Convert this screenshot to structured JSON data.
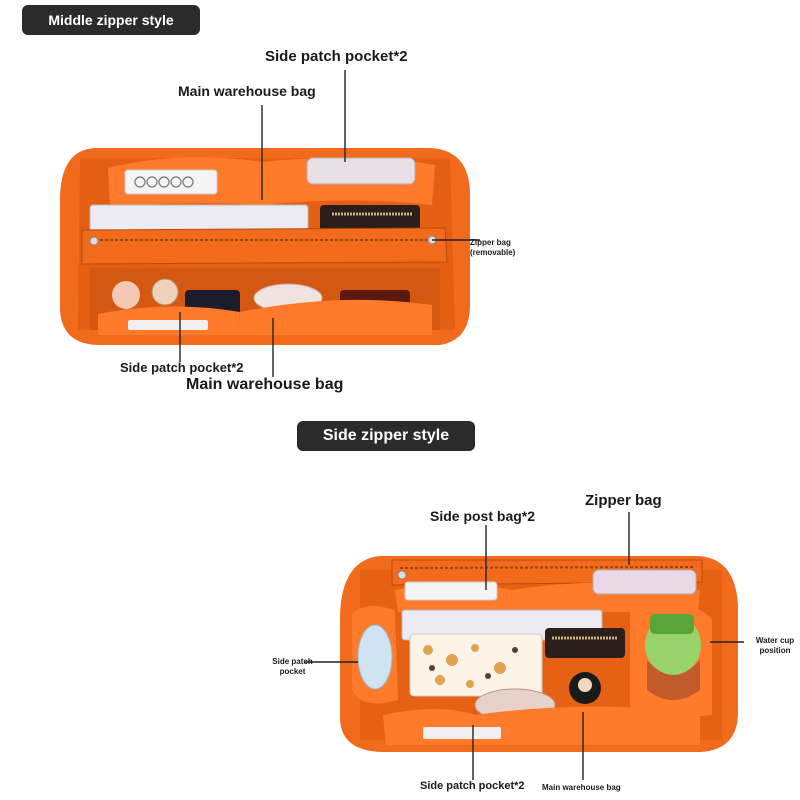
{
  "top": {
    "title": "Middle zipper style",
    "labels": {
      "side_patch_top": "Side patch pocket*2",
      "main_top": "Main warehouse bag",
      "zipper": "Zipper bag",
      "zipper_sub": "(removable)",
      "side_patch_bottom": "Side patch pocket*2",
      "main_bottom": "Main warehouse bag"
    }
  },
  "bottom": {
    "title": "Side zipper style",
    "labels": {
      "side_post": "Side post bag*2",
      "zipper": "Zipper bag",
      "side_patch_left_1": "Side patch",
      "side_patch_left_2": "pocket",
      "water_cup_1": "Water cup",
      "water_cup_2": "position",
      "side_patch_bottom": "Side patch pocket*2",
      "main_bottom": "Main warehouse bag"
    }
  },
  "colors": {
    "felt": "#f26a1b",
    "felt_dark": "#d9560f",
    "felt_light": "#ff8a3a",
    "badge_bg": "#2b2b2b"
  }
}
